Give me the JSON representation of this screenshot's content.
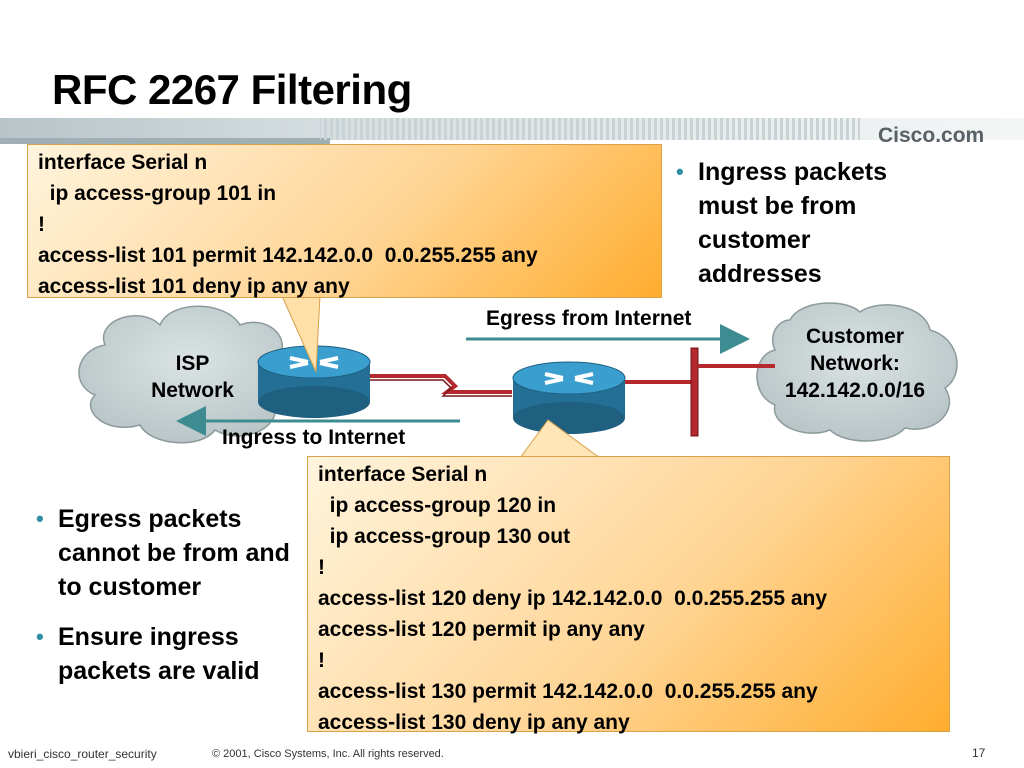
{
  "slide": {
    "title": "RFC 2267 Filtering",
    "logo": {
      "left": "Cisco",
      "dot": ".",
      "right": "com"
    }
  },
  "callout_top": {
    "lines": [
      "interface Serial n",
      "  ip access-group 101 in",
      "!",
      "access-list 101 permit 142.142.0.0  0.0.255.255 any",
      "access-list 101 deny ip any any"
    ]
  },
  "callout_bottom": {
    "lines": [
      "interface Serial n",
      "  ip access-group 120 in",
      "  ip access-group 130 out",
      "!",
      "access-list 120 deny ip 142.142.0.0  0.0.255.255 any",
      "access-list 120 permit ip any any",
      "!",
      "access-list 130 permit 142.142.0.0  0.0.255.255 any",
      "access-list 130 deny ip any any"
    ]
  },
  "bullets_right": [
    "Ingress packets must be from customer addresses"
  ],
  "bullets_left": [
    "Egress packets cannot be from and to customer",
    "Ensure ingress packets are valid"
  ],
  "diagram": {
    "isp_label_1": "ISP",
    "isp_label_2": "Network",
    "customer_label_1": "Customer",
    "customer_label_2": "Network:",
    "customer_label_3": "142.142.0.0/16",
    "egress_label": "Egress from Internet",
    "ingress_label": "Ingress to Internet"
  },
  "footer": {
    "left": "vbieri_cisco_router_security",
    "copyright": "© 2001, Cisco Systems, Inc. All rights reserved.",
    "page": "17"
  },
  "colors": {
    "bullet": "#2e8fa6",
    "cloud": "#c4cfd0",
    "router": "#2f8cb6",
    "link": "#b5282e",
    "arrow": "#3d8c92"
  }
}
